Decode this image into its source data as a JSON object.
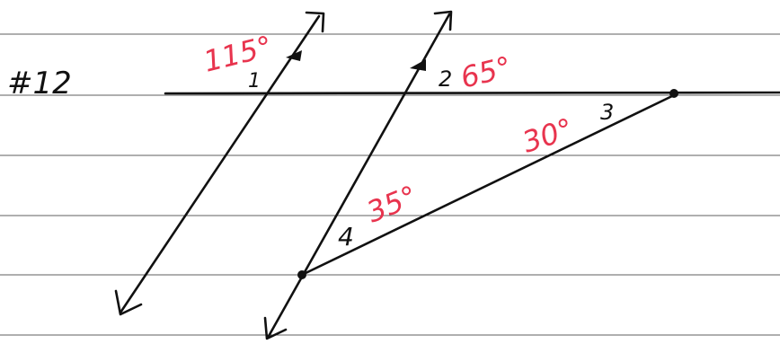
{
  "problem_label": "#12",
  "angle_labels": {
    "angle_1": "1",
    "angle_2": "2",
    "angle_3": "3",
    "angle_4": "4"
  },
  "angle_values": {
    "angle_1": "115°",
    "angle_2": "65°",
    "angle_3": "30°",
    "angle_4": "35°"
  },
  "colors": {
    "ink": "#111111",
    "answer": "#e8344e",
    "paper": "#ffffff",
    "rule": "#2a2a2a"
  }
}
